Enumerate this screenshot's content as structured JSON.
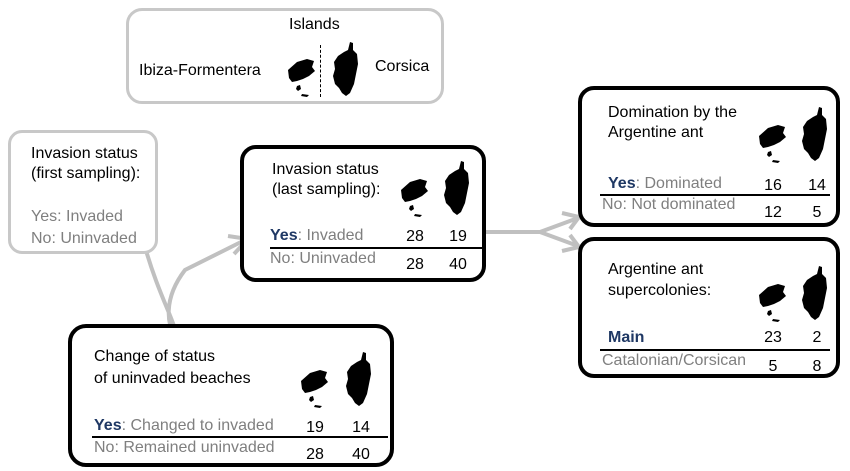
{
  "islands": {
    "title": "Islands",
    "left": "Ibiza-Formentera",
    "right": "Corsica"
  },
  "first_sampling": {
    "title_line1": "Invasion status",
    "title_line2": "(first sampling):",
    "yes": "Yes: Invaded",
    "no": "No: Uninvaded"
  },
  "last_sampling": {
    "title_line1": "Invasion status",
    "title_line2": "(last sampling):",
    "yes_key": "Yes",
    "yes_rest": ": Invaded",
    "no": "No: Uninvaded",
    "yes_ibiza": "28",
    "yes_corsica": "19",
    "no_ibiza": "28",
    "no_corsica": "40"
  },
  "domination": {
    "title_line1": "Domination by the",
    "title_line2": "Argentine ant",
    "yes_key": "Yes",
    "yes_rest": ": Dominated",
    "no": "No: Not dominated",
    "yes_ibiza": "16",
    "yes_corsica": "14",
    "no_ibiza": "12",
    "no_corsica": "5"
  },
  "supercolonies": {
    "title_line1": "Argentine ant",
    "title_line2": "supercolonies:",
    "main": "Main",
    "other": "Catalonian/Corsican",
    "main_ibiza": "23",
    "main_corsica": "2",
    "other_ibiza": "5",
    "other_corsica": "8"
  },
  "change": {
    "title_line1": "Change of status",
    "title_line2": "of uninvaded beaches",
    "yes_key": "Yes",
    "yes_rest": ": Changed to invaded",
    "no": "No: Remained uninvaded",
    "yes_ibiza": "19",
    "yes_corsica": "14",
    "no_ibiza": "28",
    "no_corsica": "40"
  },
  "icons": [
    "ibiza-formentera-silhouette-icon",
    "corsica-silhouette-icon"
  ]
}
